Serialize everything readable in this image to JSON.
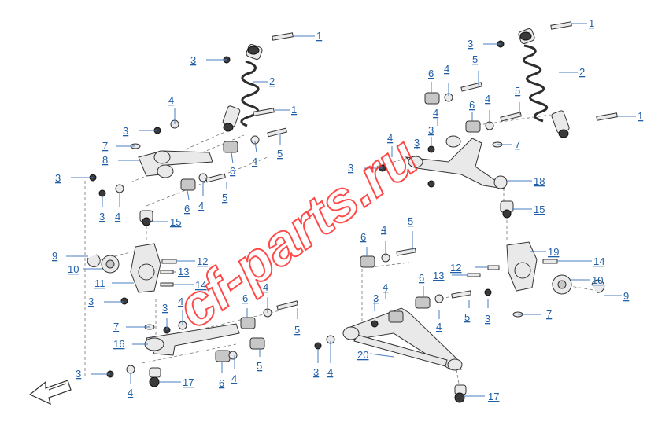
{
  "watermark": {
    "text": "cf-parts.ru",
    "color": "#ff2a2a"
  },
  "callout_color": "#1f5fa8",
  "callouts": [
    {
      "id": "l-1a",
      "label": "1"
    },
    {
      "id": "l-2a",
      "label": "2"
    },
    {
      "id": "l-3a",
      "label": "3"
    },
    {
      "id": "l-1b",
      "label": "1"
    },
    {
      "id": "l-4a",
      "label": "4"
    },
    {
      "id": "l-3b",
      "label": "3"
    },
    {
      "id": "l-7a",
      "label": "7"
    },
    {
      "id": "l-5a",
      "label": "5"
    },
    {
      "id": "l-8",
      "label": "8"
    },
    {
      "id": "l-3c",
      "label": "3"
    },
    {
      "id": "l-6a",
      "label": "6"
    },
    {
      "id": "l-4b",
      "label": "4"
    },
    {
      "id": "l-5b",
      "label": "5"
    },
    {
      "id": "l-6b",
      "label": "6"
    },
    {
      "id": "l-4c",
      "label": "4"
    },
    {
      "id": "l-3d",
      "label": "3"
    },
    {
      "id": "l-4d",
      "label": "4"
    },
    {
      "id": "l-15a",
      "label": "15"
    },
    {
      "id": "l-9a",
      "label": "9"
    },
    {
      "id": "l-12a",
      "label": "12"
    },
    {
      "id": "l-10a",
      "label": "10"
    },
    {
      "id": "l-13a",
      "label": "13"
    },
    {
      "id": "l-11",
      "label": "11"
    },
    {
      "id": "l-14a",
      "label": "14"
    },
    {
      "id": "l-3e",
      "label": "3"
    },
    {
      "id": "l-3f",
      "label": "3"
    },
    {
      "id": "l-4e",
      "label": "4"
    },
    {
      "id": "l-6c",
      "label": "6"
    },
    {
      "id": "l-4f",
      "label": "4"
    },
    {
      "id": "l-5c",
      "label": "5"
    },
    {
      "id": "l-7b",
      "label": "7"
    },
    {
      "id": "l-16",
      "label": "16"
    },
    {
      "id": "l-5d",
      "label": "5"
    },
    {
      "id": "l-3g",
      "label": "3"
    },
    {
      "id": "l-6d",
      "label": "6"
    },
    {
      "id": "l-4g",
      "label": "4"
    },
    {
      "id": "l-4h",
      "label": "4"
    },
    {
      "id": "l-17a",
      "label": "17"
    },
    {
      "id": "r-1a",
      "label": "1"
    },
    {
      "id": "r-3a",
      "label": "3"
    },
    {
      "id": "r-5a",
      "label": "5"
    },
    {
      "id": "r-2",
      "label": "2"
    },
    {
      "id": "r-6a",
      "label": "6"
    },
    {
      "id": "r-4a",
      "label": "4"
    },
    {
      "id": "r-5b",
      "label": "5"
    },
    {
      "id": "r-6b",
      "label": "6"
    },
    {
      "id": "r-4b",
      "label": "4"
    },
    {
      "id": "r-1b",
      "label": "1"
    },
    {
      "id": "r-4c",
      "label": "4"
    },
    {
      "id": "r-3b",
      "label": "3"
    },
    {
      "id": "r-7a",
      "label": "7"
    },
    {
      "id": "r-4d",
      "label": "4"
    },
    {
      "id": "r-3c",
      "label": "3"
    },
    {
      "id": "r-3d",
      "label": "3"
    },
    {
      "id": "r-18",
      "label": "18"
    },
    {
      "id": "r-15",
      "label": "15"
    },
    {
      "id": "r-6c",
      "label": "6"
    },
    {
      "id": "r-4e",
      "label": "4"
    },
    {
      "id": "r-5c",
      "label": "5"
    },
    {
      "id": "r-19",
      "label": "19"
    },
    {
      "id": "r-12",
      "label": "12"
    },
    {
      "id": "r-14",
      "label": "14"
    },
    {
      "id": "r-13",
      "label": "13"
    },
    {
      "id": "r-10",
      "label": "10"
    },
    {
      "id": "r-6d",
      "label": "6"
    },
    {
      "id": "r-4f",
      "label": "4"
    },
    {
      "id": "r-3e",
      "label": "3"
    },
    {
      "id": "r-4g",
      "label": "4"
    },
    {
      "id": "r-9",
      "label": "9"
    },
    {
      "id": "r-5d",
      "label": "5"
    },
    {
      "id": "r-3f",
      "label": "3"
    },
    {
      "id": "r-7b",
      "label": "7"
    },
    {
      "id": "r-20",
      "label": "20"
    },
    {
      "id": "r-3g",
      "label": "3"
    },
    {
      "id": "r-4h",
      "label": "4"
    },
    {
      "id": "r-17",
      "label": "17"
    }
  ]
}
